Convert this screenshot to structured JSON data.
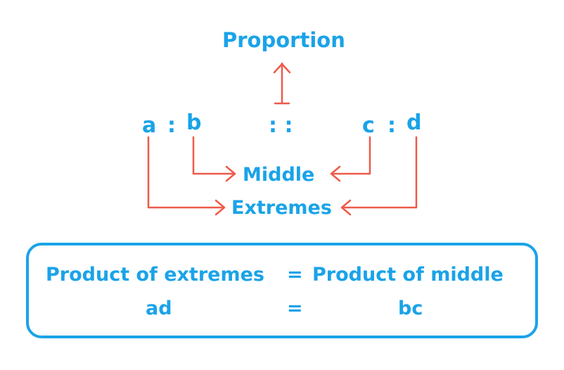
{
  "title": "Proportion",
  "ratio_left": {
    "a": "a",
    "colon": ":",
    "b": "b"
  },
  "proportion_symbol": ": :",
  "ratio_right": {
    "c": "c",
    "colon": ":",
    "d": "d"
  },
  "middle_label": "Middle",
  "extremes_label": "Extremes",
  "rule": {
    "left_text": "Product of extremes",
    "equals": "=",
    "right_text": "Product of middle",
    "left_value": "ad",
    "equals2": "=",
    "right_value": "bc"
  },
  "colors": {
    "text": "#1aa3e8",
    "arrow": "#ee5a4a",
    "box": "#1aa3e8"
  }
}
